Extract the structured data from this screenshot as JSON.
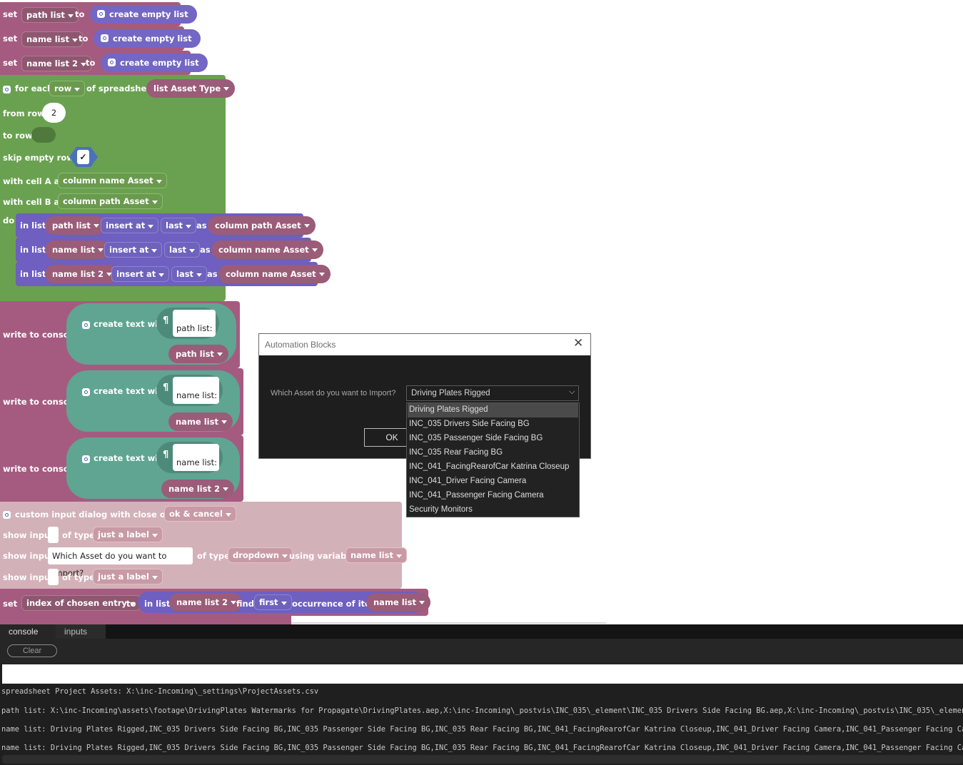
{
  "blocks": {
    "set_label": "set",
    "to_label": "to",
    "set1": {
      "var": "path list",
      "value": "create empty list"
    },
    "set2": {
      "var": "name list",
      "value": "create empty list"
    },
    "set3": {
      "var": "name list 2",
      "value": "create empty list"
    },
    "foreach": {
      "for_each": "for each",
      "row": "row",
      "of_spreadsheet": "of spreadsheet",
      "sheet": "list Asset Type",
      "from_row": "from row",
      "from_value": "2",
      "to_row": "to row",
      "skip_empty": "skip empty rows",
      "check": "✓",
      "cell_a": "with cell A as",
      "cell_a_val": "column name Asset",
      "cell_b": "with cell B as",
      "cell_b_val": "column path Asset",
      "do": "do"
    },
    "inlist": {
      "in_list": "in list",
      "insert_at": "insert at",
      "last": "last",
      "as": "as",
      "rows": [
        {
          "list": "path list",
          "item": "column path Asset"
        },
        {
          "list": "name list",
          "item": "column name Asset"
        },
        {
          "list": "name list 2",
          "item": "column name Asset"
        }
      ]
    },
    "console": {
      "write": "write to console",
      "create_text": "create text with",
      "pilcrow": "¶",
      "rows": [
        {
          "text": "path list:",
          "var": "path list"
        },
        {
          "text": "name list:",
          "var": "name list"
        },
        {
          "text": "name list:",
          "var": "name list 2"
        }
      ]
    },
    "dialog_block": {
      "title": "custom input dialog with close options",
      "options": "ok & cancel",
      "show_input": "show input",
      "of_type": "of type",
      "just_label": "just a label",
      "question": "Which Asset do you want to Import?",
      "dropdown": "dropdown",
      "using_variable": "using variable",
      "variable": "name list"
    },
    "index_block": {
      "set": "set",
      "var": "index of chosen entry",
      "to": "to",
      "in_list": "in list",
      "list": "name list 2",
      "find": "find",
      "first": "first",
      "occurrence": "occurrence of item",
      "item": "name list"
    }
  },
  "modal": {
    "title": "Automation Blocks",
    "question": "Which Asset do you want to Import?",
    "selected": "Driving Plates Rigged",
    "ok": "OK",
    "options": [
      "Driving Plates Rigged",
      "INC_035 Drivers Side Facing BG",
      "INC_035 Passenger Side Facing BG",
      "INC_035 Rear Facing BG",
      "INC_041_FacingRearofCar Katrina Closeup",
      "INC_041_Driver Facing Camera",
      "INC_041_Passenger Facing Camera",
      "Security Monitors"
    ]
  },
  "console_panel": {
    "tabs": [
      "console",
      "inputs"
    ],
    "clear": "Clear",
    "lines": [
      "spreadsheet Project Assets: X:\\inc-Incoming\\_settings\\ProjectAssets.csv",
      "path list: X:\\inc-Incoming\\assets\\footage\\DrivingPlates Watermarks for Propagate\\DrivingPlates.aep,X:\\inc-Incoming\\_postvis\\INC_035\\_element\\INC_035 Drivers Side Facing BG.aep,X:\\inc-Incoming\\_postvis\\INC_035\\_element\\INC_0",
      "name list: Driving Plates Rigged,INC_035 Drivers Side Facing BG,INC_035 Passenger Side Facing BG,INC_035 Rear Facing BG,INC_041_FacingRearofCar Katrina Closeup,INC_041_Driver Facing Camera,INC_041_Passenger Facing Camera,Se",
      "name list: Driving Plates Rigged,INC_035 Drivers Side Facing BG,INC_035 Passenger Side Facing BG,INC_035 Rear Facing BG,INC_041_FacingRearofCar Katrina Closeup,INC_041_Driver Facing Camera,INC_041_Passenger Facing Camera,Se"
    ]
  }
}
